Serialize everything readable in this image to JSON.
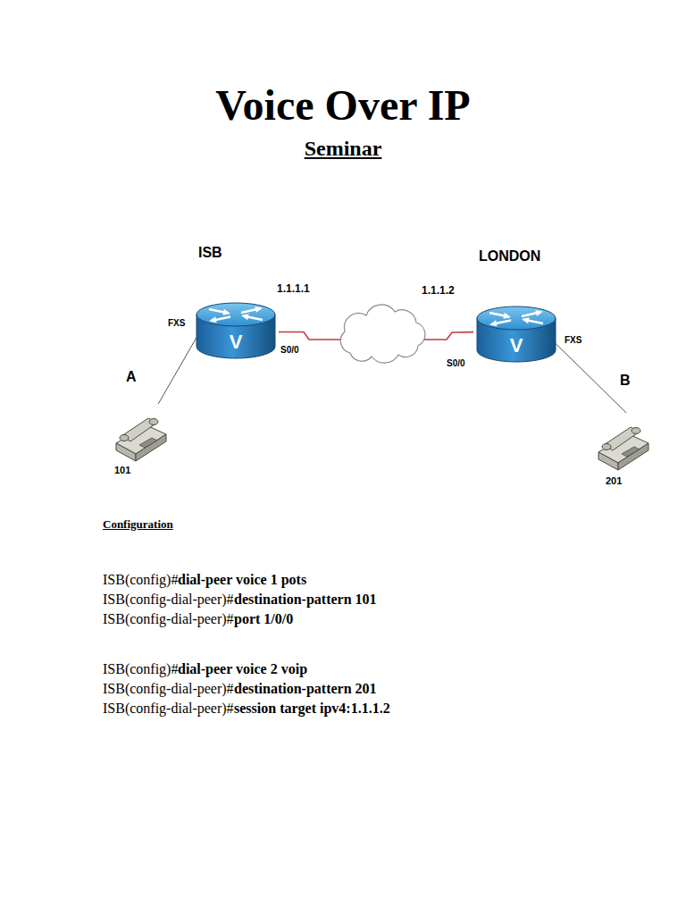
{
  "diagram": {
    "title": "Voice Over IP",
    "nodes": [
      {
        "text": [
          "ISB",
          "V"
        ]
      },
      {
        "text": [
          "LONDON",
          "V"
        ]
      },
      {
        "text": [
          "101"
        ]
      },
      {
        "text": [
          "201"
        ]
      }
    ],
    "edges": [
      {
        "from": 0,
        "to": 1,
        "arrow": "none"
      },
      {
        "from": 0,
        "to": 2,
        "arrow": "none"
      },
      {
        "from": 1,
        "to": 3,
        "arrow": "none"
      }
    ],
    "labels": [
      "Seminar",
      "1.1.1.1",
      "1.1.1.2",
      "FXS",
      "S0/0",
      "S0/0",
      "FXS",
      "A",
      "B",
      "Configuration",
      "ISB(config)#",
      "dial-peer voice 1 pots",
      "ISB(config-dial-peer)#",
      "destination-pattern 101",
      "ISB(config-dial-peer)#",
      "port 1/0/0",
      "ISB(config)#",
      "dial-peer voice 2 voip",
      "ISB(config-dial-peer)#",
      "destination-pattern 201",
      "ISB(config-dial-peer)#",
      "session target ipv4:1.1.1.2"
    ]
  }
}
